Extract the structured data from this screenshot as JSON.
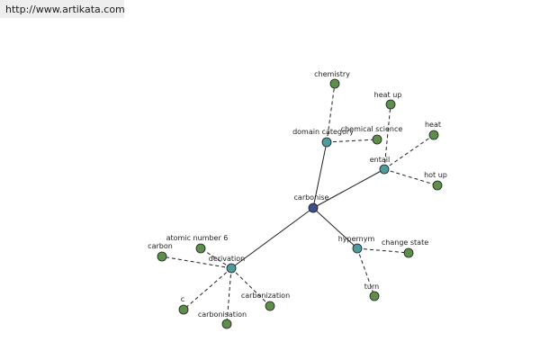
{
  "header": {
    "url": "http://www.artikata.com"
  },
  "colors": {
    "root": "#3a4f8c",
    "relation": "#4e9a9c",
    "leaf": "#5e8f4a"
  },
  "graph": {
    "nodes": [
      {
        "id": "carbonise",
        "label": "carbonise",
        "kind": "root"
      },
      {
        "id": "domain-category",
        "label": "domain category",
        "kind": "relation"
      },
      {
        "id": "entail",
        "label": "entail",
        "kind": "relation"
      },
      {
        "id": "hypernym",
        "label": "hypernym",
        "kind": "relation"
      },
      {
        "id": "derivation",
        "label": "derivation",
        "kind": "relation"
      },
      {
        "id": "chemistry",
        "label": "chemistry",
        "kind": "leaf"
      },
      {
        "id": "chemical-science",
        "label": "chemical science",
        "kind": "leaf"
      },
      {
        "id": "heat-up",
        "label": "heat up",
        "kind": "leaf"
      },
      {
        "id": "heat",
        "label": "heat",
        "kind": "leaf"
      },
      {
        "id": "hot-up",
        "label": "hot up",
        "kind": "leaf"
      },
      {
        "id": "change-state",
        "label": "change state",
        "kind": "leaf"
      },
      {
        "id": "turn",
        "label": "turn",
        "kind": "leaf"
      },
      {
        "id": "atomic-number-6",
        "label": "atomic number 6",
        "kind": "leaf"
      },
      {
        "id": "carbon",
        "label": "carbon",
        "kind": "leaf"
      },
      {
        "id": "c",
        "label": "c",
        "kind": "leaf"
      },
      {
        "id": "carbonisation",
        "label": "carbonisation",
        "kind": "leaf"
      },
      {
        "id": "carbonization",
        "label": "carbonization",
        "kind": "leaf"
      }
    ],
    "edges": [
      {
        "from": "carbonise",
        "to": "domain-category",
        "style": "solid"
      },
      {
        "from": "carbonise",
        "to": "entail",
        "style": "solid"
      },
      {
        "from": "carbonise",
        "to": "hypernym",
        "style": "solid"
      },
      {
        "from": "carbonise",
        "to": "derivation",
        "style": "solid"
      },
      {
        "from": "domain-category",
        "to": "chemistry",
        "style": "dashed"
      },
      {
        "from": "domain-category",
        "to": "chemical-science",
        "style": "dashed"
      },
      {
        "from": "entail",
        "to": "heat-up",
        "style": "dashed"
      },
      {
        "from": "entail",
        "to": "heat",
        "style": "dashed"
      },
      {
        "from": "entail",
        "to": "hot-up",
        "style": "dashed"
      },
      {
        "from": "hypernym",
        "to": "change-state",
        "style": "dashed"
      },
      {
        "from": "hypernym",
        "to": "turn",
        "style": "dashed"
      },
      {
        "from": "derivation",
        "to": "atomic-number-6",
        "style": "dashed"
      },
      {
        "from": "derivation",
        "to": "carbon",
        "style": "dashed"
      },
      {
        "from": "derivation",
        "to": "c",
        "style": "dashed"
      },
      {
        "from": "derivation",
        "to": "carbonisation",
        "style": "dashed"
      },
      {
        "from": "derivation",
        "to": "carbonization",
        "style": "dashed"
      }
    ]
  }
}
